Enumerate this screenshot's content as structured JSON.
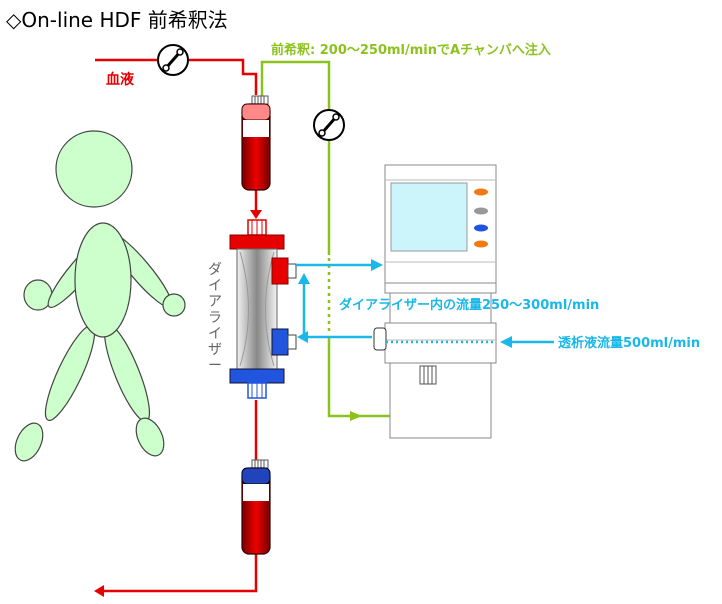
{
  "title": "◇On-line HDF 前希釈法",
  "labels": {
    "blood": "血液",
    "predilution": "前希釈: 200～250ml/minでAチャンバへ注入",
    "dialyzer_flow": "ダイアライザー内の流量250～300ml/min",
    "dialysate_flow": "透析液流量500ml/min",
    "dialyzer": "ダイアライザー"
  },
  "colors": {
    "blood_line": "#e60000",
    "substitution_line": "#8cc21e",
    "dialysate_line": "#1ab8e8",
    "patient": "#ccffcc",
    "dialyzer_red_cap": "#e60000",
    "dialyzer_blue_cap": "#2255dd",
    "monitor_screen": "#ccf5fb"
  },
  "icons": [
    "patient-figure",
    "blood-pump-icon",
    "substitution-pump-icon",
    "dialyzer",
    "drip-chamber",
    "hdf-machine"
  ]
}
